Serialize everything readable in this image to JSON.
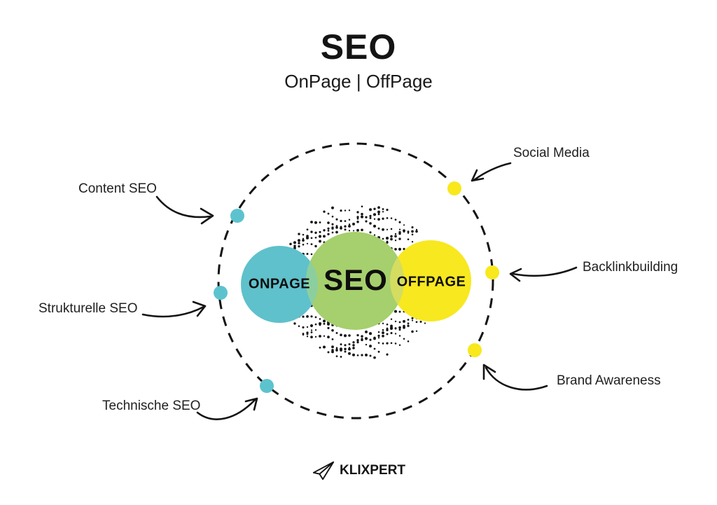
{
  "header": {
    "title": "SEO",
    "subtitle": "OnPage | OffPage"
  },
  "venn": {
    "onpage": {
      "label": "ONPAGE",
      "color": "#5fc1cb"
    },
    "seo": {
      "label": "SEO",
      "color": "#a6cf6d"
    },
    "offpage": {
      "label": "OFFPAGE",
      "color": "#f8e820"
    },
    "overlap_onpage_seo": "#8ccf9f",
    "overlap_seo_offpage": "#d4dd60"
  },
  "callouts": {
    "left": [
      {
        "text": "Content SEO"
      },
      {
        "text": "Strukturelle SEO"
      },
      {
        "text": "Technische SEO"
      }
    ],
    "right": [
      {
        "text": "Social Media"
      },
      {
        "text": "Backlinkbuilding"
      },
      {
        "text": "Brand Awareness"
      }
    ],
    "left_dot_color": "#5cc3ce",
    "right_dot_color": "#f8e81c"
  },
  "footer": {
    "brand": "KLIXPERT"
  }
}
